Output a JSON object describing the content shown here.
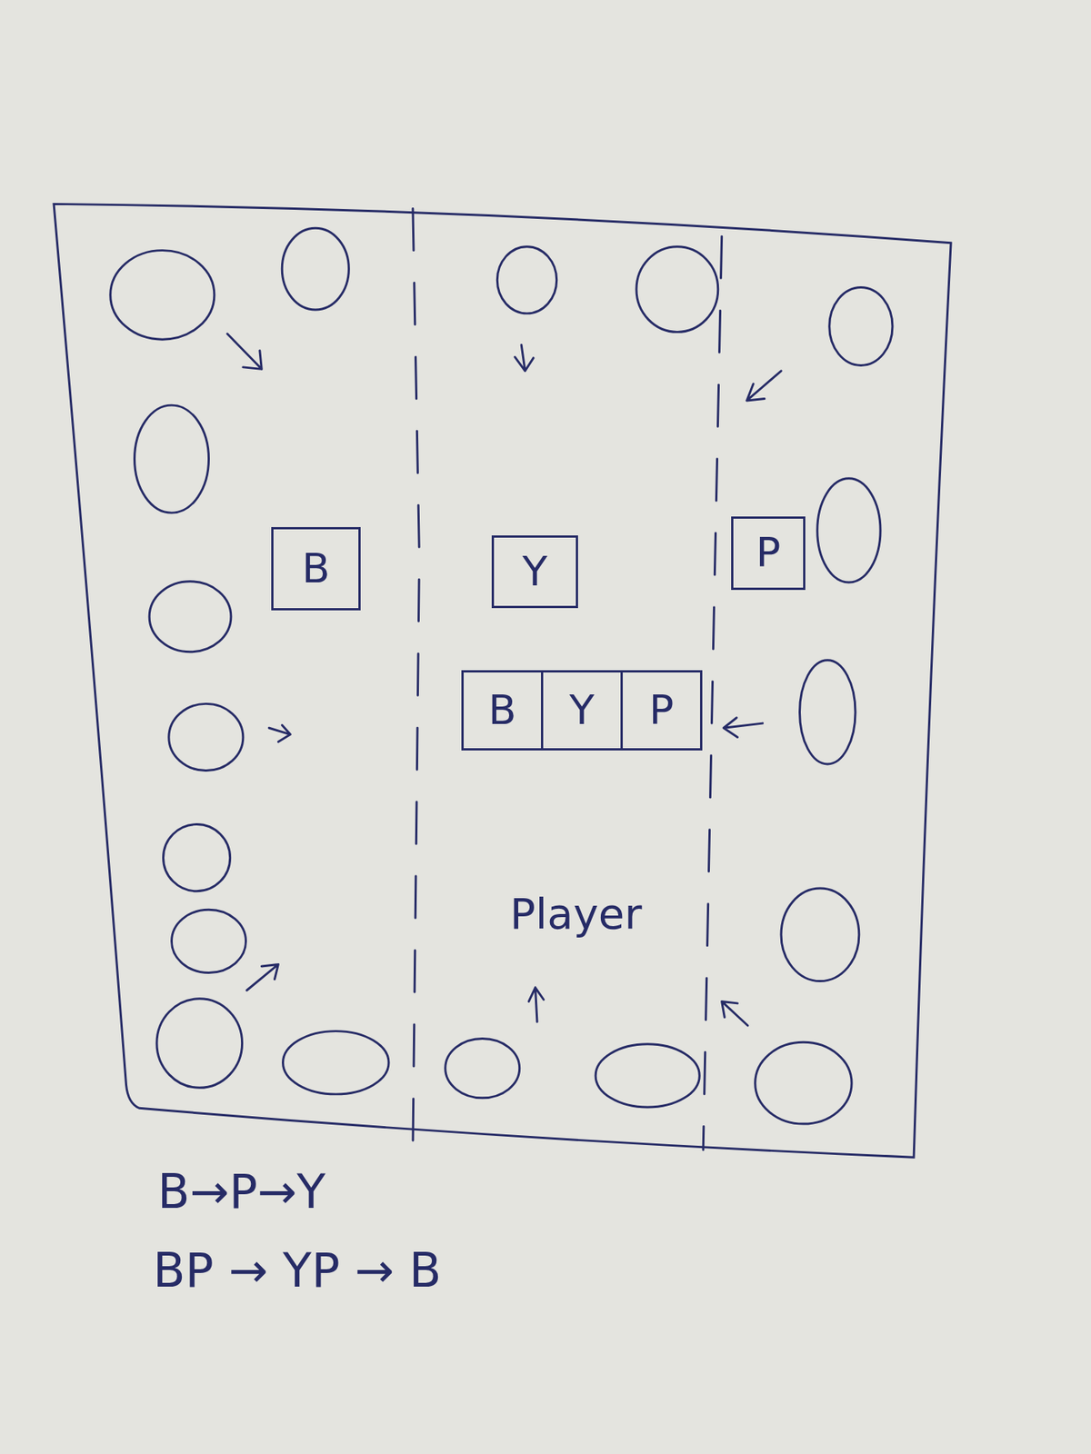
{
  "diagram": {
    "nodes": [
      {
        "text": [
          "B"
        ]
      },
      {
        "text": [
          "Y"
        ]
      },
      {
        "text": [
          "P"
        ]
      },
      {
        "text": [
          "B"
        ]
      },
      {
        "text": [
          "Y"
        ]
      },
      {
        "text": [
          "P"
        ]
      }
    ],
    "labels": [
      "Player",
      "B→P→Y",
      "BP → YP → B"
    ]
  }
}
